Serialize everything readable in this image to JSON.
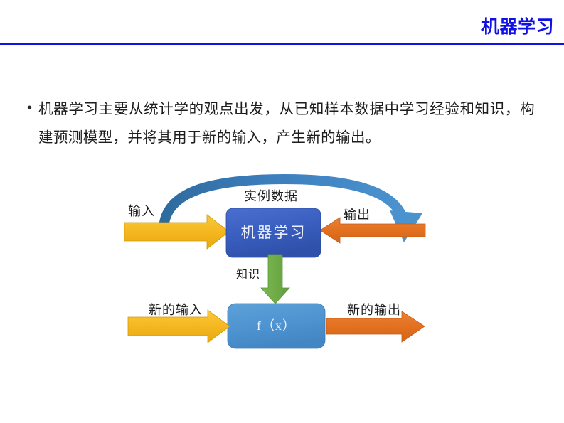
{
  "header": {
    "title": "机器学习",
    "title_color": "#1111e6",
    "rule_color": "#1111e6"
  },
  "body": {
    "bullet_marker": "•",
    "paragraph": "机器学习主要从统计学的观点出发，从已知样本数据中学习经验和知识，构建预测模型，并将其用于新的输入，产生新的输出。"
  },
  "diagram": {
    "boxes": [
      {
        "id": "ml-box",
        "label": "机器学习",
        "fill": "#3b5fc0",
        "text_color": "#ecf2fb"
      },
      {
        "id": "fx-box",
        "label": "f（x）",
        "fill": "#4d93d0",
        "text_color": "#eaf3fb"
      }
    ],
    "labels": {
      "input": "输入",
      "sample_data": "实例数据",
      "output": "输出",
      "knowledge": "知识",
      "new_input": "新的输入",
      "new_output": "新的输出"
    },
    "arrows": [
      {
        "id": "input-arrow-top",
        "direction": "right",
        "color": "#f5b721"
      },
      {
        "id": "output-arrow-top",
        "direction": "left",
        "color": "#e2701f"
      },
      {
        "id": "feedback-arc",
        "direction": "curve-right-down",
        "color": "#3d7ebd"
      },
      {
        "id": "knowledge-arrow",
        "direction": "down",
        "color": "#6eab46"
      },
      {
        "id": "new-input-arrow",
        "direction": "right",
        "color": "#f5b721"
      },
      {
        "id": "new-output-arrow",
        "direction": "right",
        "color": "#e2701f"
      }
    ]
  }
}
